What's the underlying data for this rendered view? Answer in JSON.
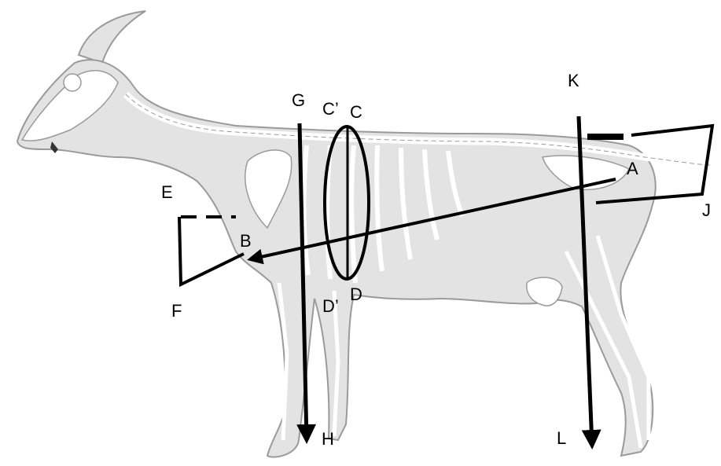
{
  "diagram": {
    "subject": "goat skeleton body measurements",
    "labels": {
      "A": "A",
      "B": "B",
      "C": "C",
      "C_prime": "C’",
      "D": "D",
      "D_prime": "D’",
      "E": "E",
      "F": "F",
      "G": "G",
      "H": "H",
      "J": "J",
      "K": "K",
      "L": "L"
    },
    "colors": {
      "line": "#000000",
      "body_fill": "#e3e3e3",
      "bone_fill": "#ffffff",
      "outline": "#9a9a9a"
    }
  }
}
